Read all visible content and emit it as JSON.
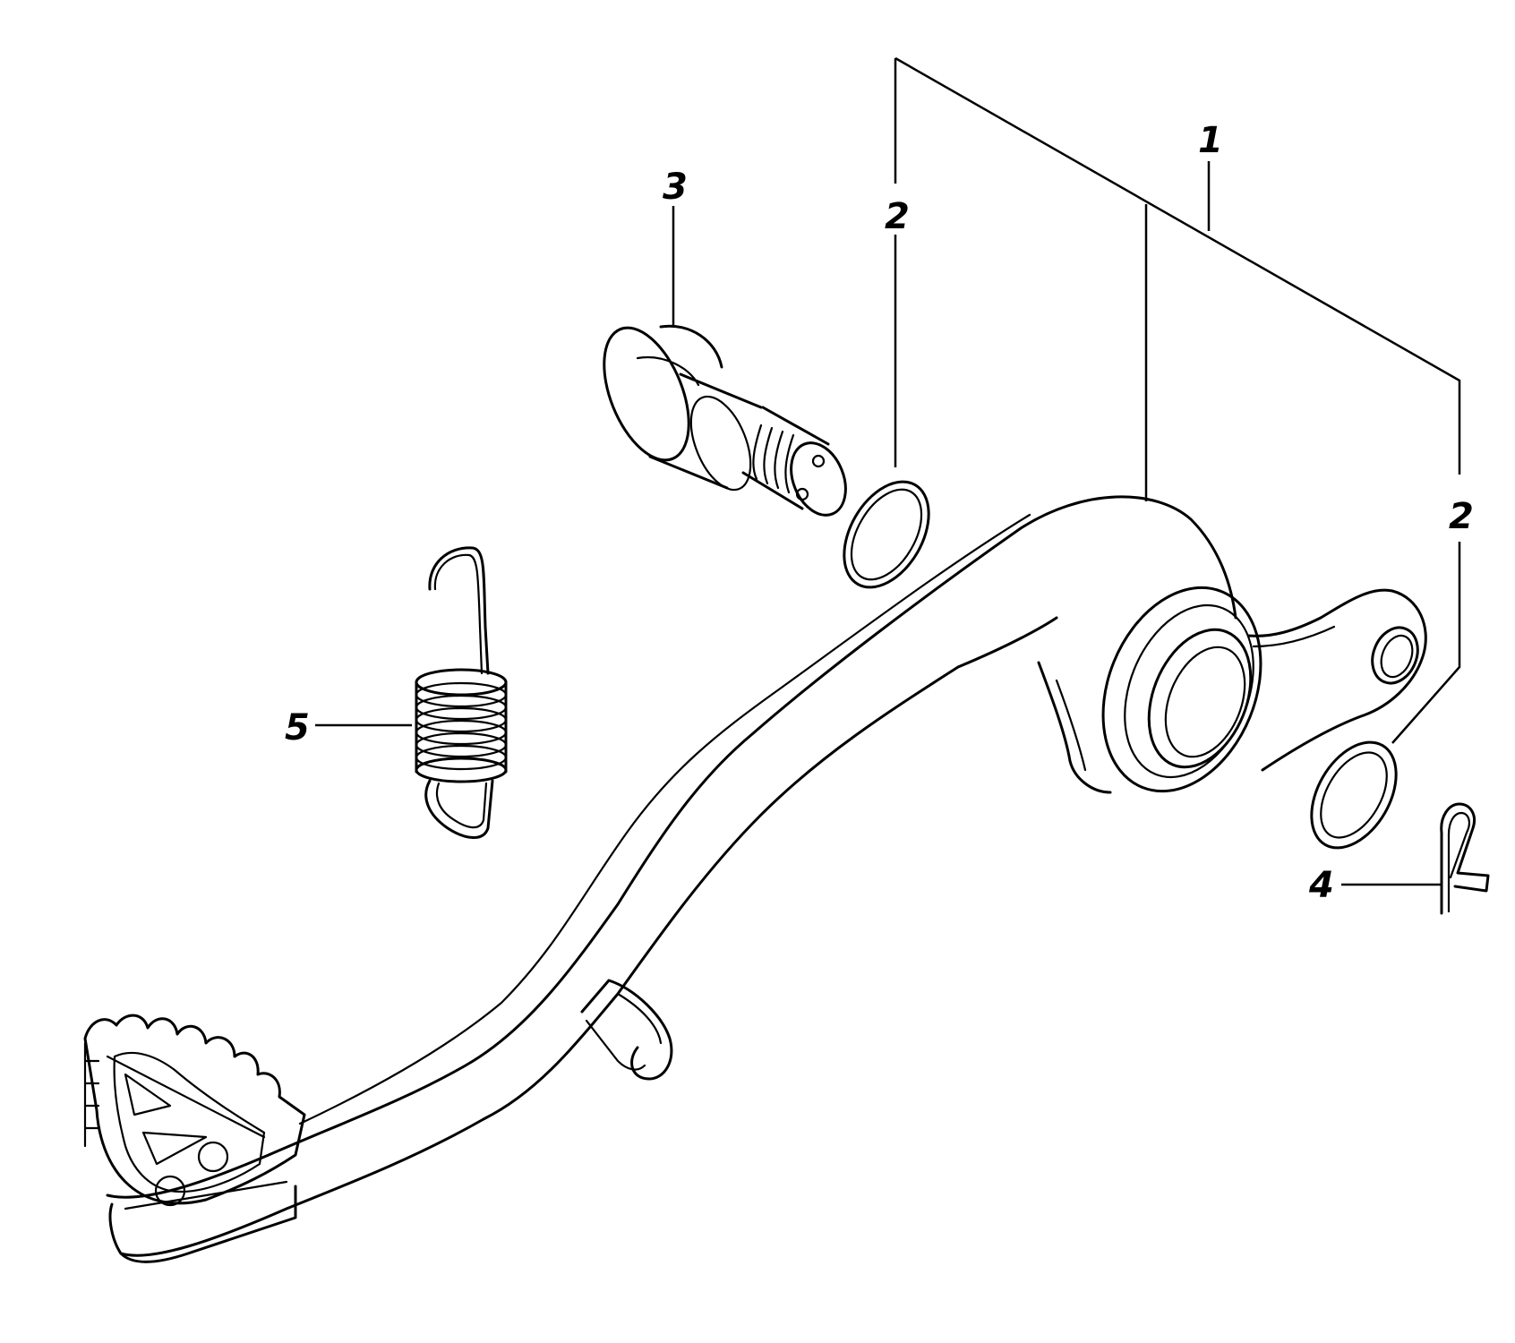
{
  "diagram": {
    "type": "exploded-parts-diagram",
    "line_color": "#000000",
    "background": "#ffffff",
    "callouts": [
      {
        "id": "callout-1",
        "label": "1"
      },
      {
        "id": "callout-2a",
        "label": "2"
      },
      {
        "id": "callout-2b",
        "label": "2"
      },
      {
        "id": "callout-3",
        "label": "3"
      },
      {
        "id": "callout-4",
        "label": "4"
      },
      {
        "id": "callout-5",
        "label": "5"
      }
    ]
  }
}
